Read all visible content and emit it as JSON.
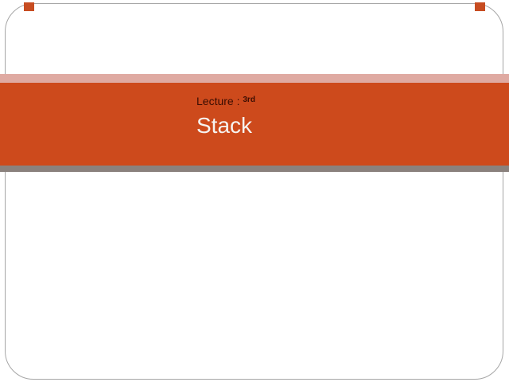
{
  "slide": {
    "eyebrow_prefix": "Lecture : ",
    "eyebrow_ordinal": "3rd",
    "title": "Stack"
  },
  "colors": {
    "orange": "#cd4a1c",
    "pink": "#dfaaa2",
    "gray": "#8a817d",
    "border": "#a6a6a6",
    "marker": "#c74c21",
    "eyebrow_text": "#3a0d02",
    "title_text": "#f6f3f0",
    "background": "#ffffff"
  }
}
